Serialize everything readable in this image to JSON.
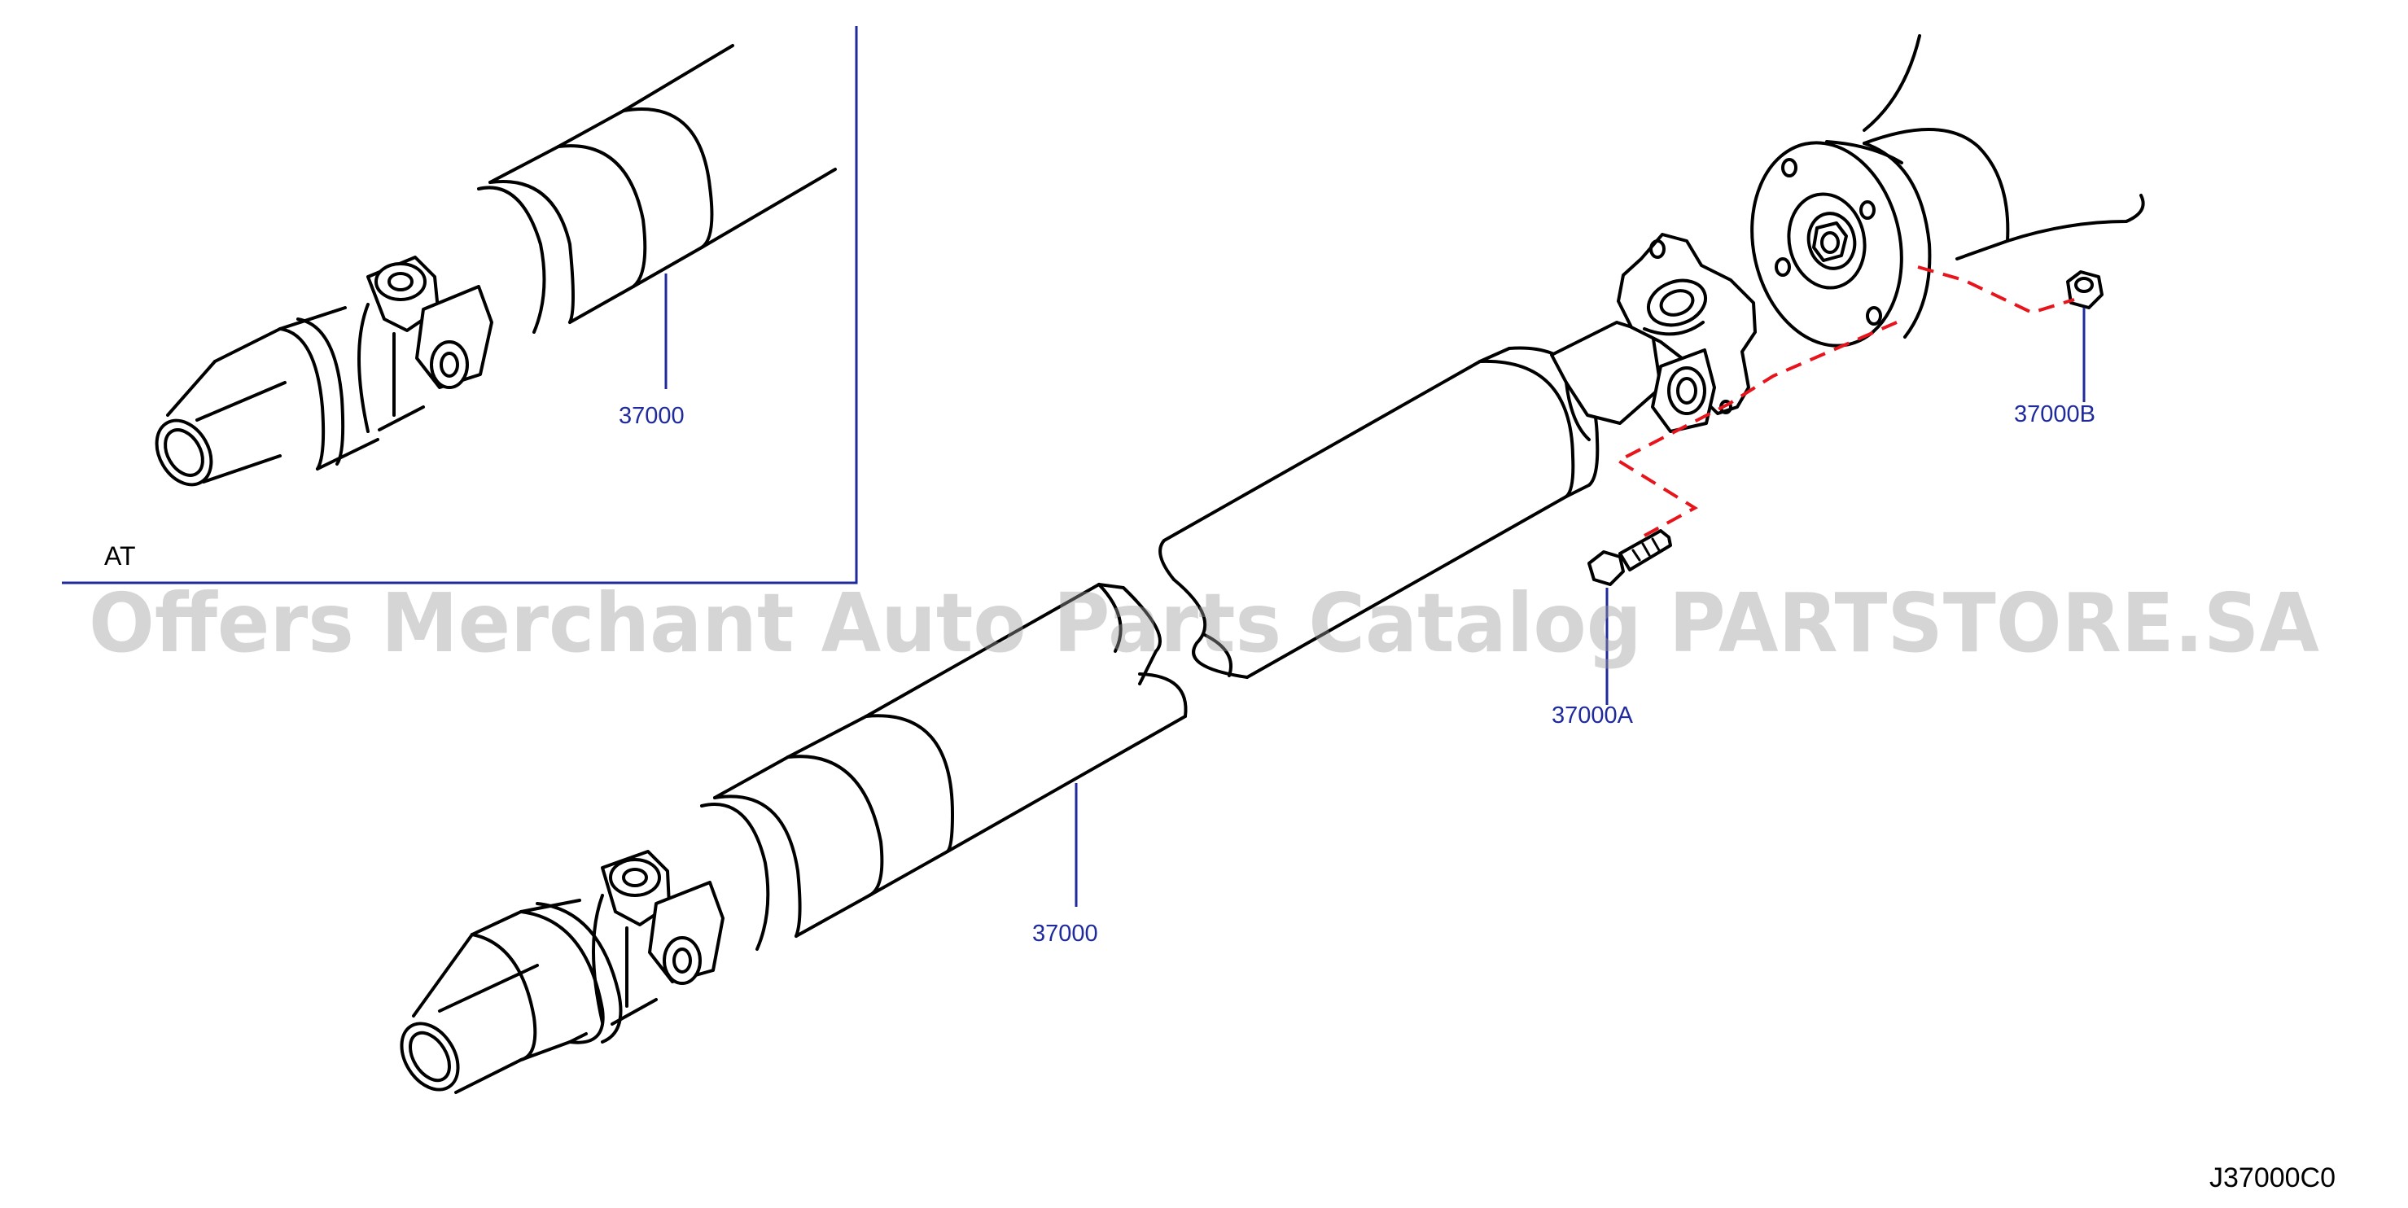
{
  "inset": {
    "variant_label": "AT",
    "callout": "37000"
  },
  "callouts": {
    "shaft": "37000",
    "bolt": "37000A",
    "nut": "37000B"
  },
  "figure_code": "J37000C0",
  "watermark": "Offers Merchant Auto Parts Catalog PARTSTORE.SA",
  "colors": {
    "outline": "#000000",
    "callout": "#1f2a9c",
    "dashed_link": "#e8141c",
    "watermark": "#9a9a9a"
  }
}
